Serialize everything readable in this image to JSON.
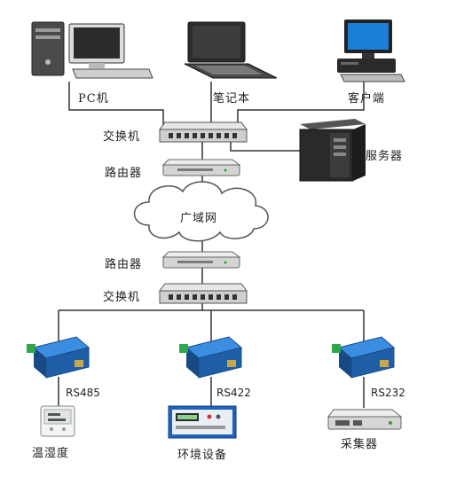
{
  "labels": {
    "pc": "PC机",
    "laptop": "笔记本",
    "client": "客户端",
    "switch_top": "交换机",
    "server": "服务器",
    "router_top": "路由器",
    "wan": "广域网",
    "router_bottom": "路由器",
    "switch_bottom": "交换机",
    "rs485": "RS485",
    "rs422": "RS422",
    "rs232": "RS232",
    "thermo_hygrometer": "温湿度",
    "env_device": "环境设备",
    "collector": "采集器"
  },
  "colors": {
    "line": "#333333",
    "device_gray": "#c8c8c8",
    "device_dark": "#2a2a2a",
    "screen_blue": "#1a7fd6",
    "converter_blue": "#1f73c7"
  }
}
